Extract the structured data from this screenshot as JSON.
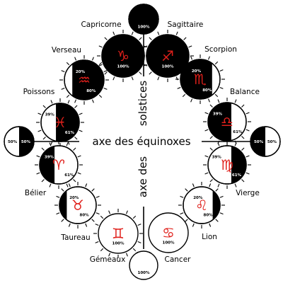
{
  "colors": {
    "glyph": "#e0201b",
    "ink": "#000000",
    "paper": "#ffffff"
  },
  "axes": {
    "horizontal": "axe des équinoxes",
    "vertical_top": "solstices",
    "vertical_bottom": "axe des"
  },
  "signs": [
    {
      "key": "capricorne",
      "label": "Capricorne",
      "glyph": "♑",
      "dark_fraction": 1.0,
      "p1": "100%",
      "p2": ""
    },
    {
      "key": "sagittaire",
      "label": "Sagittaire",
      "glyph": "♐",
      "dark_fraction": 1.0,
      "p1": "100%",
      "p2": ""
    },
    {
      "key": "verseau",
      "label": "Verseau",
      "glyph": "♒",
      "dark_fraction": 0.8,
      "p1": "20%",
      "p2": "80%"
    },
    {
      "key": "scorpion",
      "label": "Scorpion",
      "glyph": "♏",
      "dark_fraction": 0.8,
      "p1": "20%",
      "p2": "80%"
    },
    {
      "key": "poissons",
      "label": "Poissons",
      "glyph": "♓",
      "dark_fraction": 0.61,
      "p1": "39%",
      "p2": "61%"
    },
    {
      "key": "balance",
      "label": "Balance",
      "glyph": "♎",
      "dark_fraction": 0.61,
      "p1": "39%",
      "p2": "61%"
    },
    {
      "key": "belier",
      "label": "Bélier",
      "glyph": "♈",
      "dark_fraction": 0.39,
      "p1": "39%",
      "p2": "61%"
    },
    {
      "key": "vierge",
      "label": "Vierge",
      "glyph": "♍",
      "dark_fraction": 0.39,
      "p1": "39%",
      "p2": "61%"
    },
    {
      "key": "taureau",
      "label": "Taureau",
      "glyph": "♉",
      "dark_fraction": 0.2,
      "p1": "20%",
      "p2": "80%"
    },
    {
      "key": "lion",
      "label": "Lion",
      "glyph": "♌",
      "dark_fraction": 0.2,
      "p1": "20%",
      "p2": "80%"
    },
    {
      "key": "gemeaux",
      "label": "Gémeaux",
      "glyph": "♊",
      "dark_fraction": 0.0,
      "p1": "100%",
      "p2": ""
    },
    {
      "key": "cancer",
      "label": "Cancer",
      "glyph": "♋",
      "dark_fraction": 0.0,
      "p1": "100%",
      "p2": ""
    }
  ],
  "moons": [
    {
      "key": "top",
      "dark_fraction": 1.0,
      "p1": "100%",
      "p2": ""
    },
    {
      "key": "bottom",
      "dark_fraction": 0.0,
      "p1": "100%",
      "p2": ""
    },
    {
      "key": "left",
      "dark_fraction": 0.5,
      "p1": "50%",
      "p2": "50%"
    },
    {
      "key": "right",
      "dark_fraction": 0.5,
      "p1": "50%",
      "p2": "50%"
    }
  ]
}
